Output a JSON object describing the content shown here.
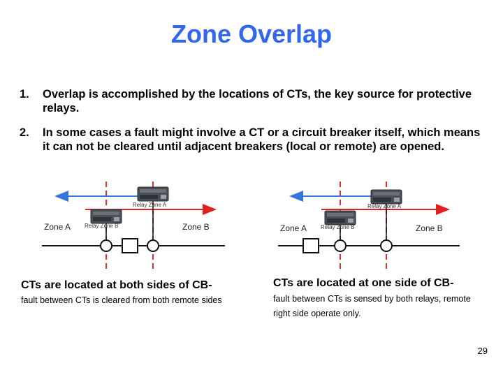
{
  "slide": {
    "title": "Zone Overlap",
    "items": [
      {
        "num": "1.",
        "text": "Overlap is accomplished by the locations of CTs, the key source for protective relays."
      },
      {
        "num": "2.",
        "text": "In some cases a fault might involve a CT or a circuit breaker itself, which means it can not be cleared until adjacent breakers (local or remote) are opened."
      }
    ],
    "diagrams": {
      "left": {
        "relay_a": "Relay Zone A",
        "relay_b": "Relay Zone B",
        "zone_a": "Zone A",
        "zone_b": "Zone B"
      },
      "right": {
        "relay_a": "Relay Zone A",
        "relay_b": "Relay Zone B",
        "zone_a": "Zone A",
        "zone_b": "Zone B"
      }
    },
    "captions": {
      "left": {
        "heading": "CTs are located at both sides of CB-",
        "body": "fault between CTs is cleared from both remote sides"
      },
      "right": {
        "heading": "CTs are located at one side of CB-",
        "body": "fault between CTs is sensed by both relays, remote right side operate only."
      }
    },
    "page_number": "29",
    "colors": {
      "title": "#3366ee",
      "zone_a_arrow": "#3377dd",
      "zone_b_arrow": "#dd2222",
      "divider": "#dd3333"
    }
  }
}
